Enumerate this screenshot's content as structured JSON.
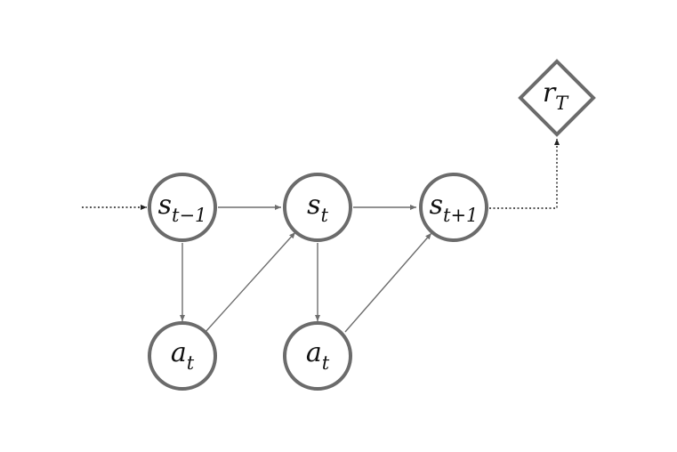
{
  "diagram": {
    "nodes": {
      "s_prev": {
        "base": "s",
        "sub": "t−1",
        "shape": "circle"
      },
      "s_cur": {
        "base": "s",
        "sub": "t",
        "shape": "circle"
      },
      "s_next": {
        "base": "s",
        "sub": "t+1",
        "shape": "circle"
      },
      "a_1": {
        "base": "a",
        "sub": "t",
        "shape": "circle"
      },
      "a_2": {
        "base": "a",
        "sub": "t",
        "shape": "circle"
      },
      "reward": {
        "base": "r",
        "sub": "T",
        "shape": "diamond"
      }
    },
    "edges": [
      {
        "from": "input",
        "to": "s_prev",
        "style": "dotted"
      },
      {
        "from": "s_prev",
        "to": "s_cur",
        "style": "solid"
      },
      {
        "from": "s_cur",
        "to": "s_next",
        "style": "solid"
      },
      {
        "from": "s_prev",
        "to": "a_1",
        "style": "solid"
      },
      {
        "from": "a_1",
        "to": "s_cur",
        "style": "solid"
      },
      {
        "from": "s_cur",
        "to": "a_2",
        "style": "solid"
      },
      {
        "from": "a_2",
        "to": "s_next",
        "style": "solid"
      },
      {
        "from": "s_next",
        "to": "reward",
        "style": "dotted"
      }
    ],
    "colors": {
      "node_stroke": "#6b6b6b",
      "edge": "#6e6e6e",
      "dotted_edge": "#222222",
      "text": "#111111"
    }
  }
}
